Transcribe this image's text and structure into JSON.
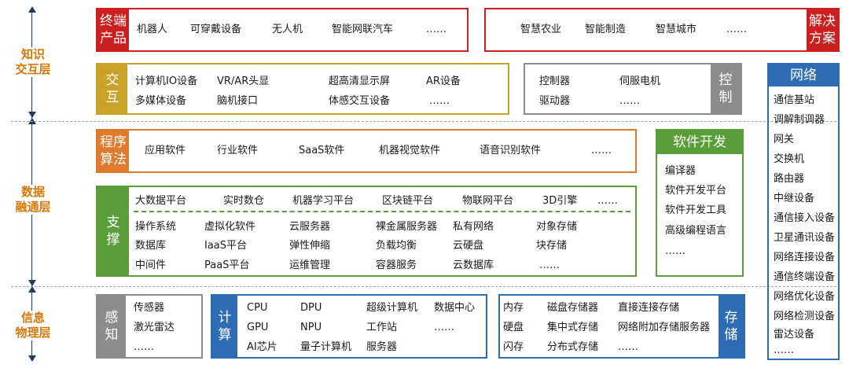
{
  "layers": {
    "knowledge": "知识\n交互层",
    "data": "数据\n融通层",
    "physical": "信息\n物理层"
  },
  "terminal": {
    "title": "终端\n产品",
    "items": [
      "机器人",
      "可穿戴设备",
      "无人机",
      "智能网联汽车",
      "……"
    ]
  },
  "solution": {
    "title": "解决\n方案",
    "items": [
      "智慧农业",
      "智能制造",
      "智慧城市",
      "……"
    ]
  },
  "interaction": {
    "title": "交\n互",
    "row1": [
      "计算机IO设备",
      "VR/AR头显",
      "超高清显示屏",
      "AR设备"
    ],
    "row2": [
      "多媒体设备",
      "脑机接口",
      "体感交互设备",
      "……"
    ]
  },
  "control": {
    "title": "控\n制",
    "row1": [
      "控制器",
      "伺服电机"
    ],
    "row2": [
      "驱动器",
      "……"
    ]
  },
  "network": {
    "title": "网络",
    "items": [
      "通信基站",
      "调解制调器",
      "网关",
      "交换机",
      "路由器",
      "中继设备",
      "通信接入设备",
      "卫星通讯设备",
      "网络连接设备",
      "通信终端设备",
      "网络优化设备",
      "网络检测设备",
      "雷达设备",
      "……"
    ]
  },
  "program": {
    "title": "程序\n算法",
    "items": [
      "应用软件",
      "行业软件",
      "SaaS软件",
      "机器视觉软件",
      "语音识别软件",
      "……"
    ]
  },
  "software_dev": {
    "title": "软件开发",
    "items": [
      "编译器",
      "软件开发平台",
      "软件开发工具",
      "高级编程语言",
      "……"
    ]
  },
  "support": {
    "title": "支\n撑",
    "top": [
      "大数据平台",
      "实时数仓",
      "机器学习平台",
      "区块链平台",
      "物联网平台",
      "3D引擎",
      "……"
    ],
    "row1": [
      "操作系统",
      "虚拟化软件",
      "云服务器",
      "裸金属服务器",
      "私有网络",
      "对象存储"
    ],
    "row2": [
      "数据库",
      "IaaS平台",
      "弹性伸缩",
      "负载均衡",
      "云硬盘",
      "块存储"
    ],
    "row3": [
      "中间件",
      "PaaS平台",
      "运维管理",
      "容器服务",
      "云数据库",
      "……"
    ]
  },
  "sensing": {
    "title": "感\n知",
    "items": [
      "传感器",
      "激光雷达",
      "……"
    ]
  },
  "compute": {
    "title": "计\n算",
    "row1": [
      "CPU",
      "DPU",
      "超级计算机",
      "数据中心"
    ],
    "row2": [
      "GPU",
      "NPU",
      "工作站",
      "……"
    ],
    "row3": [
      "AI芯片",
      "量子计算机",
      "服务器"
    ]
  },
  "storage": {
    "title": "存\n储",
    "row1": [
      "内存",
      "磁盘存储器",
      "直接连接存储"
    ],
    "row2": [
      "硬盘",
      "集中式存储",
      "网络附加存储服务器"
    ],
    "row3": [
      "闪存",
      "分布式存储",
      "……"
    ]
  },
  "colors": {
    "red": "#cc1f1f",
    "gold": "#c9a227",
    "gray": "#8c8c8c",
    "blue": "#2e6db4",
    "orange": "#e07b2e",
    "green": "#5a9e3a",
    "layer_label": "#d97706"
  }
}
